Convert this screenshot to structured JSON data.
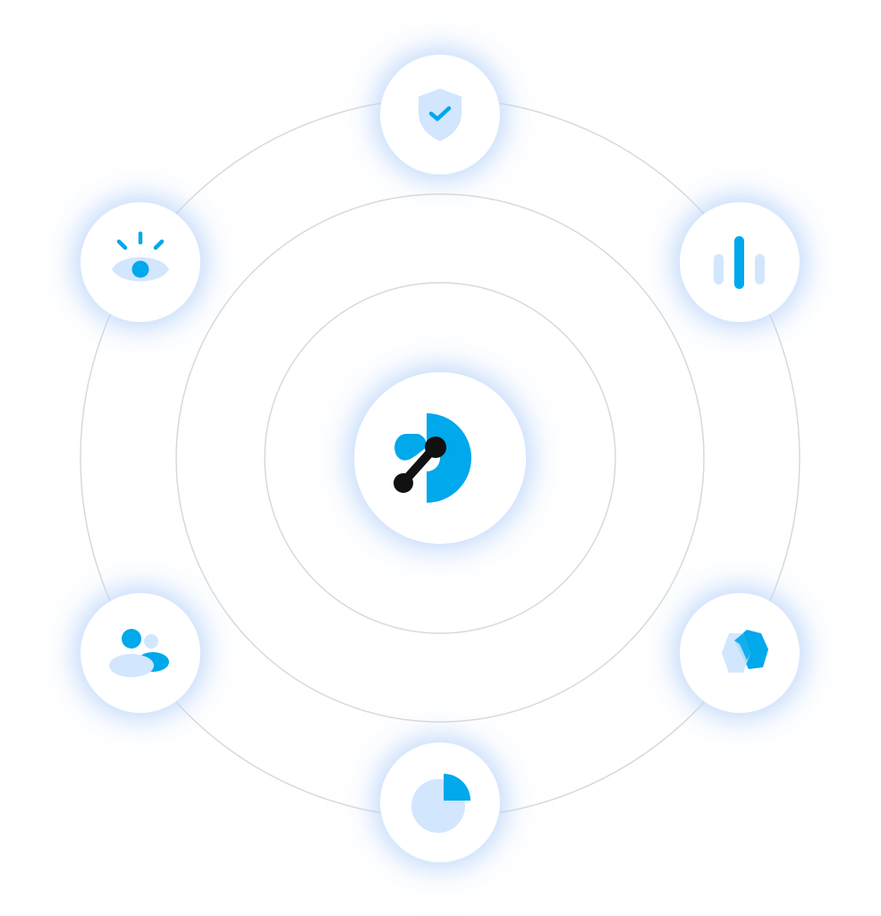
{
  "diagram": {
    "colors": {
      "accent": "#00A8EC",
      "accent_light": "#D2E6FD",
      "ring": "#D9D9D9",
      "logo_dark": "#111111",
      "glow": "#B4CFF8"
    },
    "center": {
      "icon": "product-logo-icon"
    },
    "satellites": [
      {
        "id": "top",
        "icon": "shield-check-icon"
      },
      {
        "id": "upper-right",
        "icon": "bar-chart-icon"
      },
      {
        "id": "lower-right",
        "icon": "cube-icon"
      },
      {
        "id": "bottom",
        "icon": "pie-chart-icon"
      },
      {
        "id": "lower-left",
        "icon": "users-icon"
      },
      {
        "id": "upper-left",
        "icon": "eye-icon"
      }
    ]
  }
}
